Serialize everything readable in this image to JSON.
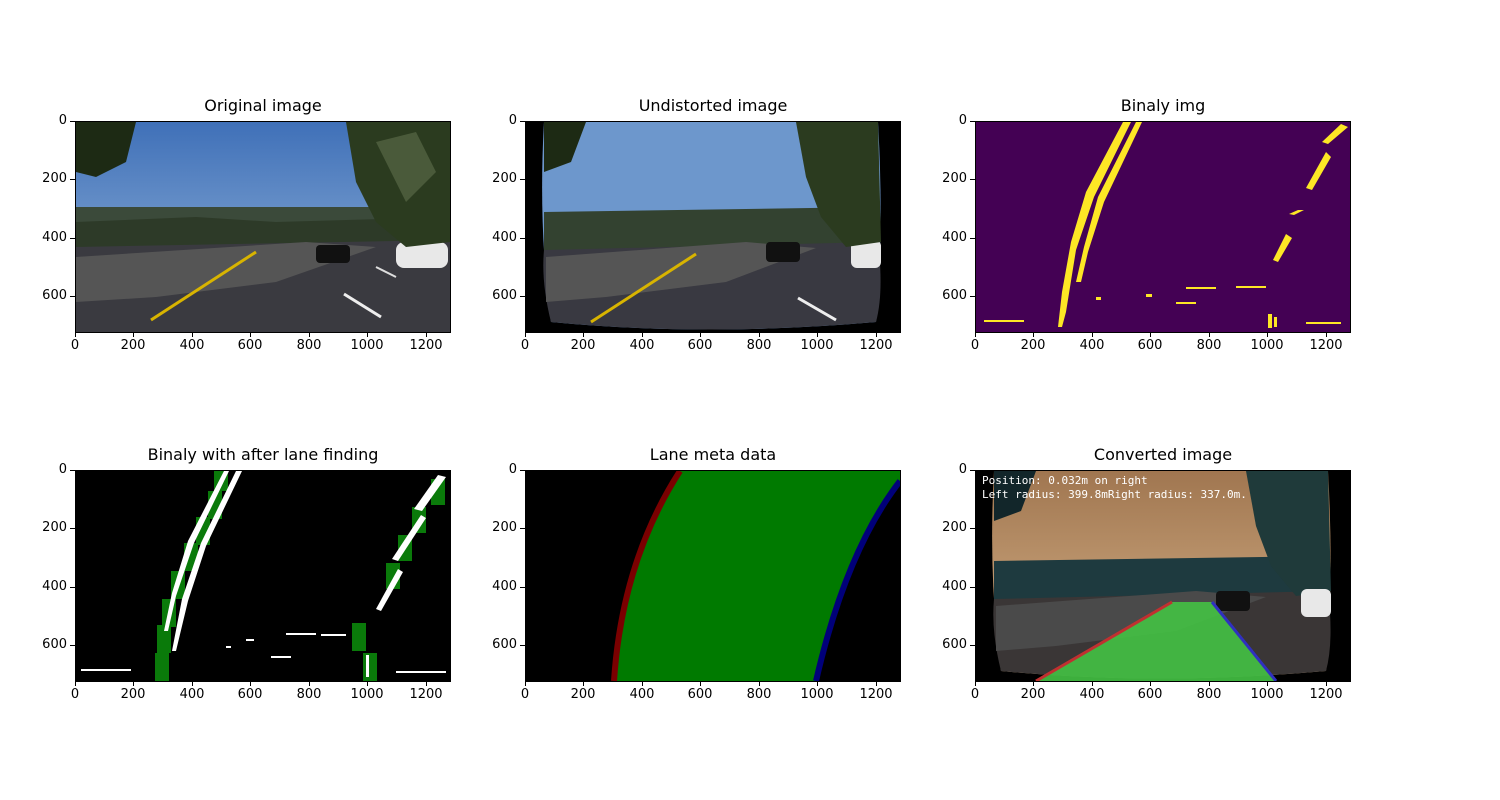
{
  "panels": [
    {
      "title": "Original image"
    },
    {
      "title": "Undistorted image"
    },
    {
      "title": "Binaly img"
    },
    {
      "title": "Binaly with after lane finding"
    },
    {
      "title": "Lane meta data"
    },
    {
      "title": "Converted image"
    }
  ],
  "axes": {
    "yticks": [
      "0",
      "200",
      "400",
      "600"
    ],
    "xticks": [
      "0",
      "200",
      "400",
      "600",
      "800",
      "1000",
      "1200"
    ]
  },
  "overlay": {
    "position": "Position: 0.032m on right",
    "radius": "Left radius: 399.8mRight radius: 337.0m."
  },
  "colors": {
    "sky": "#5b89c4",
    "binary_bg": "#440154",
    "binary_fg": "#fde725",
    "lane_fill": "#007a00",
    "left_line": "#7a0000",
    "right_line": "#00007a"
  }
}
